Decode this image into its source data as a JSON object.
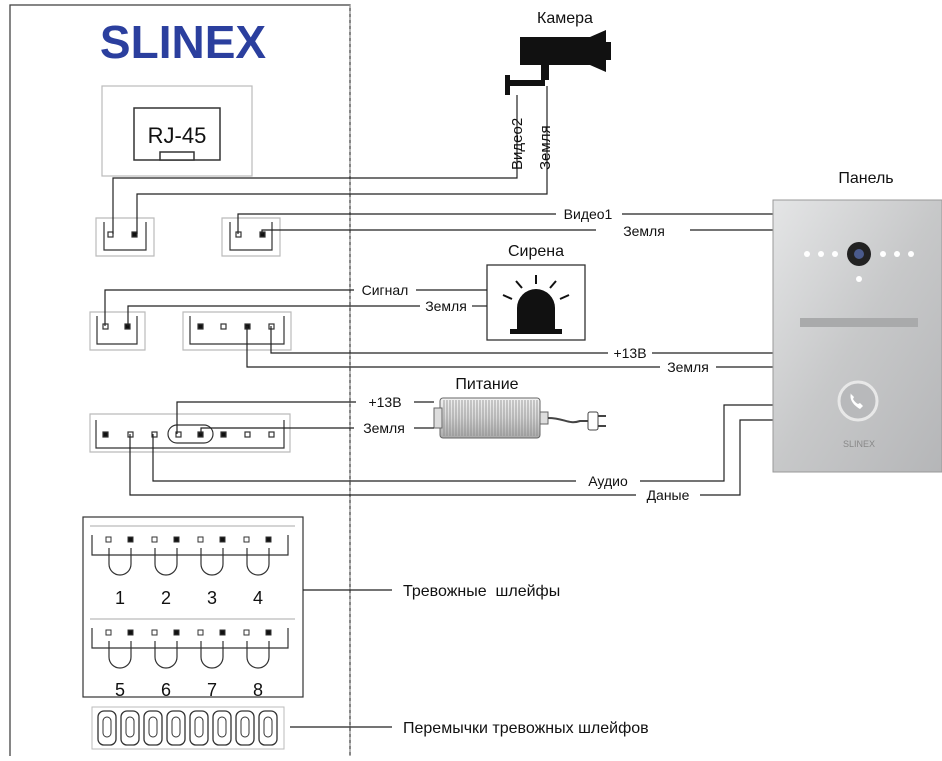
{
  "brand": "SLINEX",
  "connector_label": "RJ-45",
  "devices": {
    "camera": "Камера",
    "panel": "Панель",
    "siren": "Сирена",
    "power": "Питание"
  },
  "panel_brand": "SLINEX",
  "wires": {
    "video2": "Видео2",
    "camera_ground": "Земля",
    "video1": "Видео1",
    "panel_ground": "Земля",
    "signal": "Сигнал",
    "siren_ground": "Земля",
    "plus13_panel": "+13В",
    "panel_ground2": "Земля",
    "plus13_power": "+13В",
    "power_ground": "Земля",
    "audio": "Аудио",
    "data": "Даные"
  },
  "alarm_loops_label": "Тревожные  шлейфы",
  "alarm_jumpers_label": "Перемычки тревожных шлейфов",
  "loop_numbers": [
    "1",
    "2",
    "3",
    "4",
    "5",
    "6",
    "7",
    "8"
  ],
  "colors": {
    "brand_blue": "#2b3f9e",
    "line": "#222222",
    "panel_steel": "#c9cacb"
  }
}
